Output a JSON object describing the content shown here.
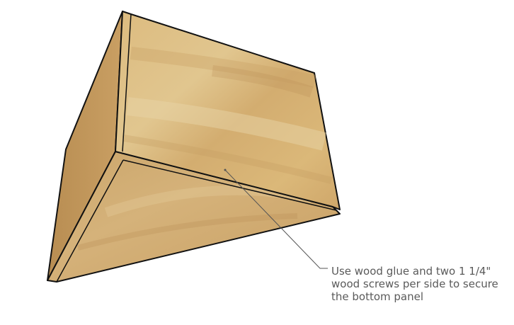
{
  "diagram": {
    "annotation": {
      "lines": [
        "Use wood glue and two 1 1/4\"",
        "wood screws per side to secure",
        "the bottom panel"
      ]
    },
    "colors": {
      "wood_light": "#d9b679",
      "wood_mid": "#cca56a",
      "wood_dark": "#b5894f",
      "wood_shadow": "#9e7641",
      "edge": "#111111",
      "leader": "#555555"
    }
  }
}
